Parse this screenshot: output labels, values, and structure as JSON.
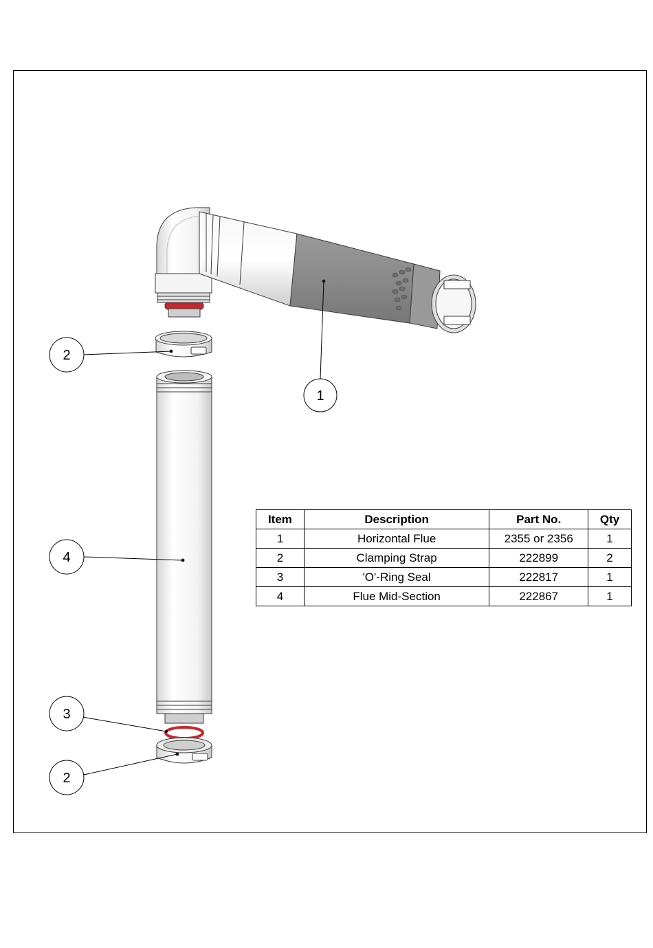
{
  "callouts": {
    "horizontal_flue": "1",
    "clamp_top": "2",
    "clamp_bottom": "2",
    "o_ring": "3",
    "mid_section": "4"
  },
  "table": {
    "headers": [
      "Item",
      "Description",
      "Part No.",
      "Qty"
    ],
    "rows": [
      {
        "item": "1",
        "description": "Horizontal Flue",
        "part_no": "2355 or 2356",
        "qty": "1"
      },
      {
        "item": "2",
        "description": "Clamping Strap",
        "part_no": "222899",
        "qty": "2"
      },
      {
        "item": "3",
        "description": "'O'-Ring Seal",
        "part_no": "222817",
        "qty": "1"
      },
      {
        "item": "4",
        "description": "Flue Mid-Section",
        "part_no": "222867",
        "qty": "1"
      }
    ]
  },
  "colors": {
    "seal_red": "#c8262c",
    "terminal_grey": "#8f8f8f",
    "pipe_light": "#f1f1f1",
    "outline": "#3a3a3a"
  }
}
